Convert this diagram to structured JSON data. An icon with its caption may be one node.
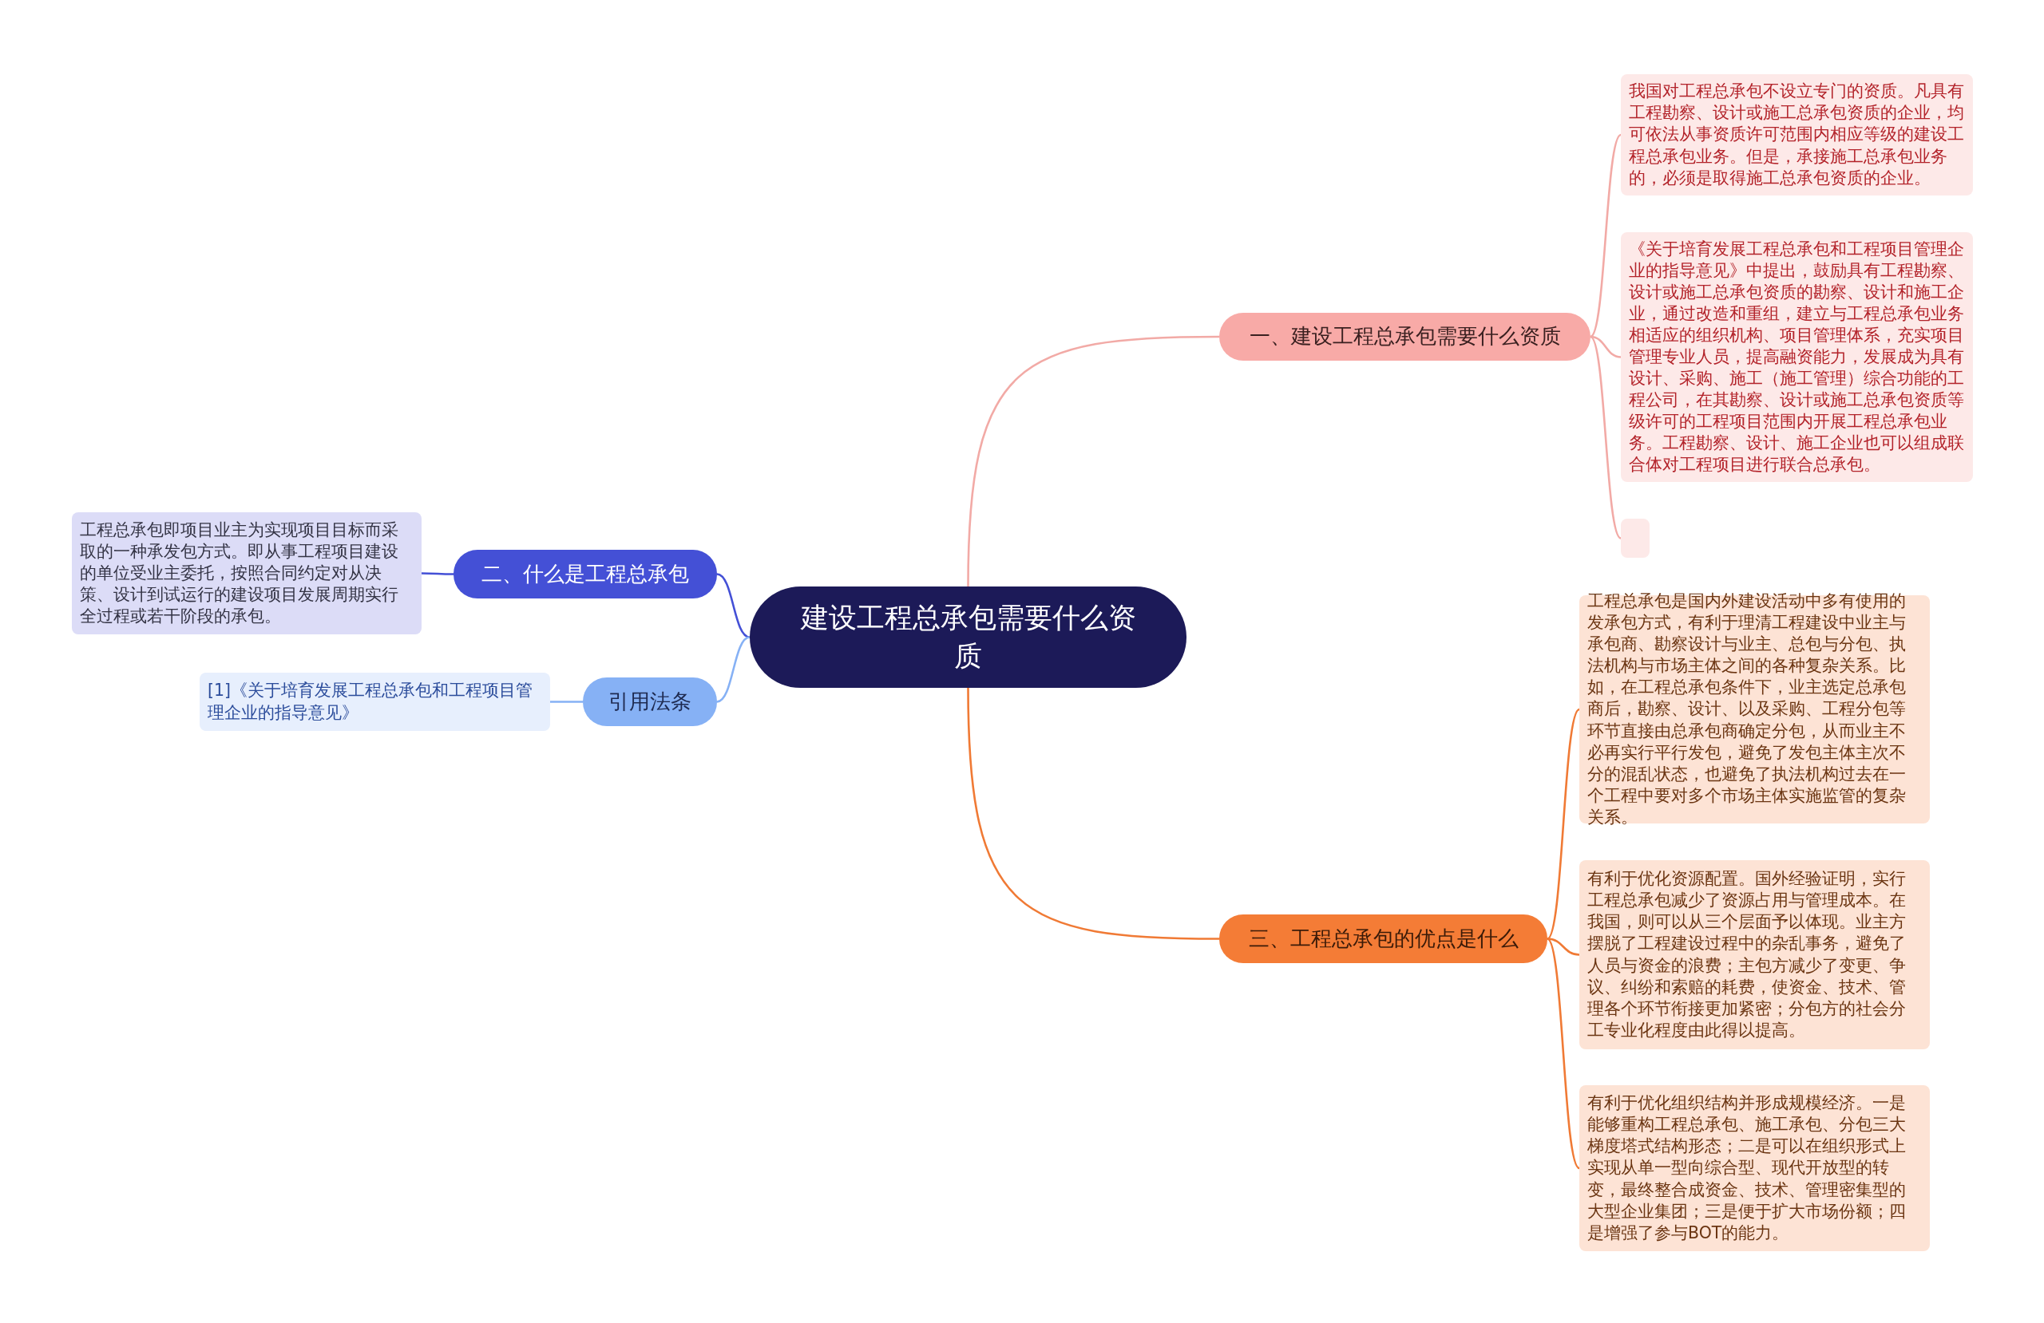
{
  "diagram": {
    "nodes": [
      {
        "text": [
          "建设工程总承包需要什么资质"
        ]
      },
      {
        "text": [
          "一、建设工程总承包需要什么资质"
        ]
      },
      {
        "text": [
          "我国对工程总承包不设立专门的资质。凡具有工程勘察、设计或施工总承包资质的企业，均可依法从事资质许可范围内相应等级的建设工程总承包业务。但是，承接施工总承包业务的，必须是取得施工总承包资质的企业。"
        ]
      },
      {
        "text": [
          "《关于培育发展工程总承包和工程项目管理企业的指导意见》中提出，鼓励具有工程勘察、设计或施工总承包资质的勘察、设计和施工企业，通过改造和重组，建立与工程总承包业务相适应的组织机构、项目管理体系，充实项目管理专业人员，提高融资能力，发展成为具有设计、采购、施工（施工管理）综合功能的工程公司，在其勘察、设计或施工总承包资质等级许可的工程项目范围内开展工程总承包业务。工程勘察、设计、施工企业也可以组成联合体对工程项目进行联合总承包。"
        ]
      },
      {
        "text": [],
        "shape": "box"
      },
      {
        "text": [
          "二、什么是工程总承包"
        ]
      },
      {
        "text": [
          "工程总承包即项目业主为实现项目目标而采取的一种承发包方式。即从事工程项目建设的单位受业主委托，按照合同约定对从决策、设计到试运行的建设项目发展周期实行全过程或若干阶段的承包。"
        ]
      },
      {
        "text": [
          "引用法条"
        ]
      },
      {
        "text": [
          "[1]《关于培育发展工程总承包和工程项目管理企业的指导意见》"
        ]
      },
      {
        "text": [
          "三、工程总承包的优点是什么"
        ]
      },
      {
        "text": [
          "工程总承包是国内外建设活动中多有使用的发承包方式，有利于理清工程建设中业主与承包商、勘察设计与业主、总包与分包、执法机构与市场主体之间的各种复杂关系。比如，在工程总承包条件下，业主选定总承包商后，勘察、设计、以及采购、工程分包等环节直接由总承包商确定分包，从而业主不必再实行平行发包，避免了发包主体主次不分的混乱状态，也避免了执法机构过去在一个工程中要对多个市场主体实施监管的复杂关系。"
        ]
      },
      {
        "text": [
          "有利于优化资源配置。国外经验证明，实行工程总承包减少了资源占用与管理成本。在我国，则可以从三个层面予以体现。业主方摆脱了工程建设过程中的杂乱事务，避免了人员与资金的浪费；主包方减少了变更、争议、纠纷和索赔的耗费，使资金、技术、管理各个环节衔接更加紧密；分包方的社会分工专业化程度由此得以提高。"
        ]
      },
      {
        "text": [
          "有利于优化组织结构并形成规模经济。一是能够重构工程总承包、施工承包、分包三大梯度塔式结构形态；二是可以在组织形式上实现从单一型向综合型、现代开放型的转变，最终整合成资金、技术、管理密集型的大型企业集团；三是便于扩大市场份额；四是增强了参与BOT的能力。"
        ]
      }
    ],
    "edges": [
      {
        "from": 0,
        "to": 1,
        "arrow": "none",
        "color": "#f2aaa6"
      },
      {
        "from": 1,
        "to": 2,
        "arrow": "none",
        "color": "#f2aaa6"
      },
      {
        "from": 1,
        "to": 3,
        "arrow": "none",
        "color": "#f2aaa6"
      },
      {
        "from": 1,
        "to": 4,
        "arrow": "none",
        "color": "#f2aaa6"
      },
      {
        "from": 0,
        "to": 5,
        "arrow": "none",
        "color": "#4450d6"
      },
      {
        "from": 5,
        "to": 6,
        "arrow": "none",
        "color": "#4450d6"
      },
      {
        "from": 0,
        "to": 7,
        "arrow": "none",
        "color": "#86b1f5"
      },
      {
        "from": 7,
        "to": 8,
        "arrow": "none",
        "color": "#86b1f5"
      },
      {
        "from": 0,
        "to": 9,
        "arrow": "none",
        "color": "#f07a35"
      },
      {
        "from": 9,
        "to": 10,
        "arrow": "none",
        "color": "#f07a35"
      },
      {
        "from": 9,
        "to": 11,
        "arrow": "none",
        "color": "#f07a35"
      },
      {
        "from": 9,
        "to": 12,
        "arrow": "none",
        "color": "#f07a35"
      }
    ]
  }
}
